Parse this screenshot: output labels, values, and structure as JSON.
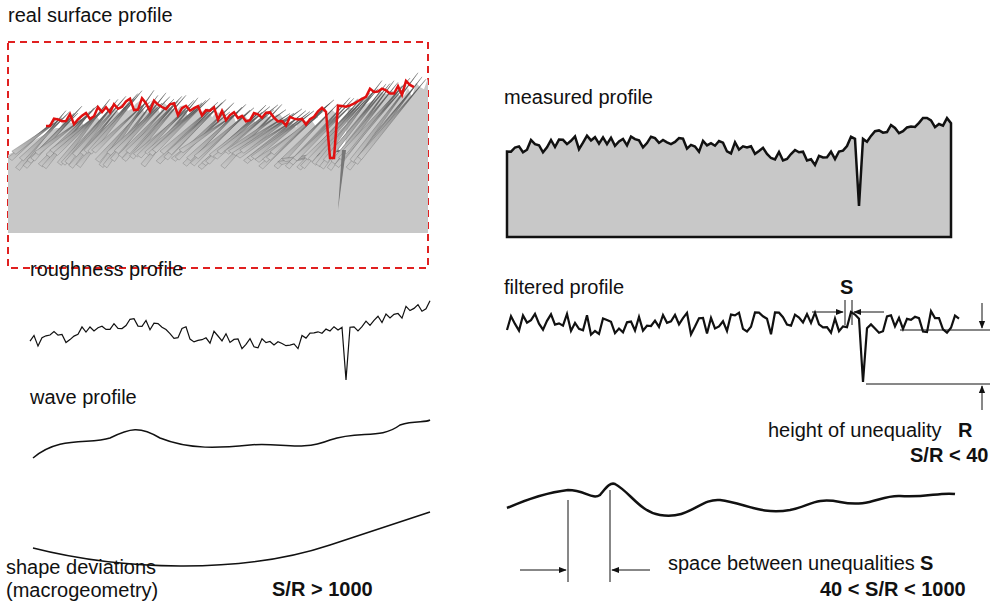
{
  "diagram": {
    "labels": [
      "real surface profile",
      "measured profile",
      "roughness profile",
      "filtered profile",
      "S",
      "wave profile",
      "height of unequality",
      "R",
      "S/R < 40",
      "space between unequalities",
      "S",
      "40 < S/R < 1000",
      "shape deviations (macrogeometry)",
      "S/R > 1000"
    ]
  }
}
